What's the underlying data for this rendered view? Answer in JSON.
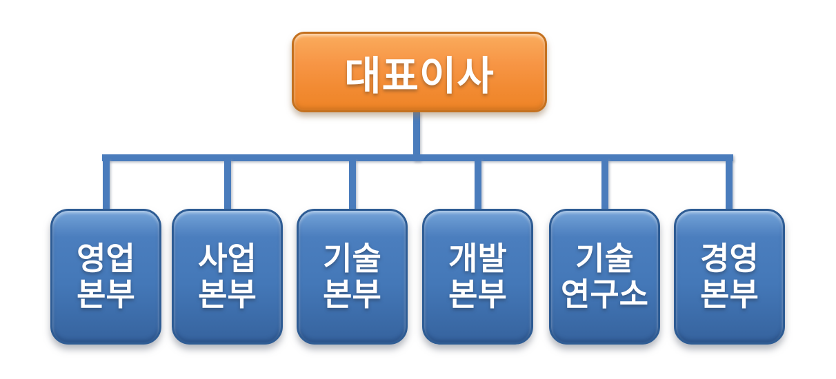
{
  "org_chart": {
    "type": "organization-chart",
    "root": {
      "label": "대표이사"
    },
    "departments": [
      {
        "line1": "영업",
        "line2": "본부"
      },
      {
        "line1": "사업",
        "line2": "본부"
      },
      {
        "line1": "기술",
        "line2": "본부"
      },
      {
        "line1": "개발",
        "line2": "본부"
      },
      {
        "line1": "기술",
        "line2": "연구소"
      },
      {
        "line1": "경영",
        "line2": "본부"
      }
    ]
  },
  "colors": {
    "background": "#FFFFFF",
    "root_fill_top": "#FAAC5D",
    "root_fill_bottom": "#EE8426",
    "root_border": "#C4711F",
    "dept_fill_top": "#74A3D8",
    "dept_fill_bottom": "#36639E",
    "dept_border": "#2E5C94",
    "connector": "#4A7CBC",
    "text": "#FFFFFF"
  }
}
